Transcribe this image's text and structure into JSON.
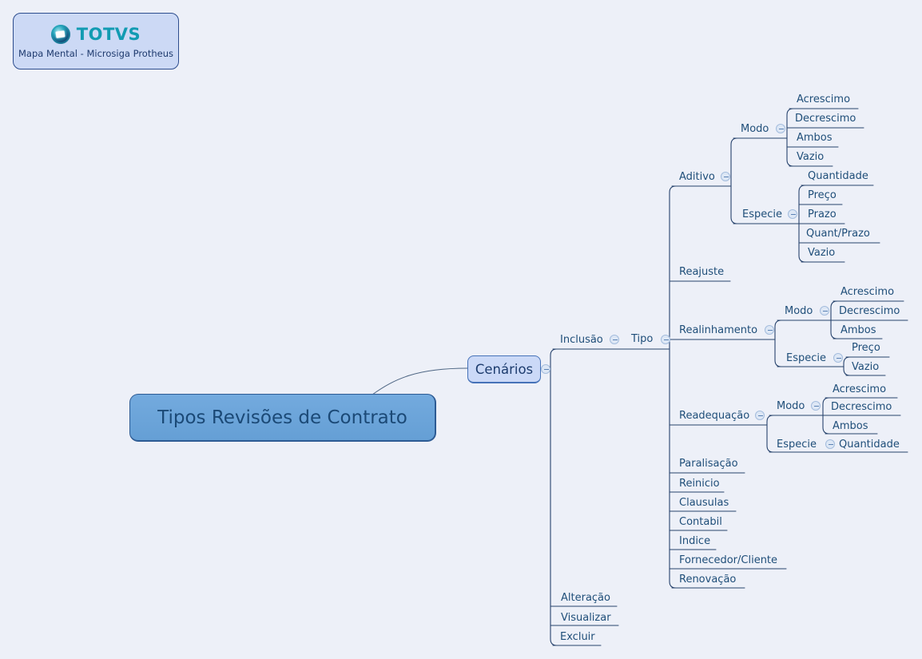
{
  "header": {
    "brand": "TOTVS",
    "subtitle": "Mapa Mental - Microsiga Protheus"
  },
  "colors": {
    "background": "#edf0f8",
    "line": "#27436d",
    "node_text": "#1f4e79",
    "root_fill": "#6aa3d8",
    "box_fill": "#ccd9f5",
    "brand_teal": "#129bb2"
  },
  "mindmap": {
    "root": "Tipos Revisões de Contrato",
    "cenarios": {
      "label": "Cenários",
      "inclusao": {
        "label": "Inclusão",
        "tipo": {
          "label": "Tipo",
          "aditivo": {
            "label": "Aditivo",
            "modo": {
              "label": "Modo",
              "items": [
                "Acrescimo",
                "Decrescimo",
                "Ambos",
                "Vazio"
              ]
            },
            "especie": {
              "label": "Especie",
              "items": [
                "Quantidade",
                "Preço",
                "Prazo",
                "Quant/Prazo",
                "Vazio"
              ]
            }
          },
          "reajuste": "Reajuste",
          "realinhamento": {
            "label": "Realinhamento",
            "modo": {
              "label": "Modo",
              "items": [
                "Acrescimo",
                "Decrescimo",
                "Ambos"
              ]
            },
            "especie": {
              "label": "Especie",
              "items": [
                "Preço",
                "Vazio"
              ]
            }
          },
          "readequacao": {
            "label": "Readequação",
            "modo": {
              "label": "Modo",
              "items": [
                "Acrescimo",
                "Decrescimo",
                "Ambos"
              ]
            },
            "especie": {
              "label": "Especie",
              "items": [
                "Quantidade"
              ]
            }
          },
          "outros": [
            "Paralisação",
            "Reinicio",
            "Clausulas",
            "Contabil",
            "Indice",
            "Fornecedor/Cliente",
            "Renovação"
          ]
        }
      },
      "alteracao": "Alteração",
      "visualizar": "Visualizar",
      "excluir": "Excluir"
    }
  }
}
